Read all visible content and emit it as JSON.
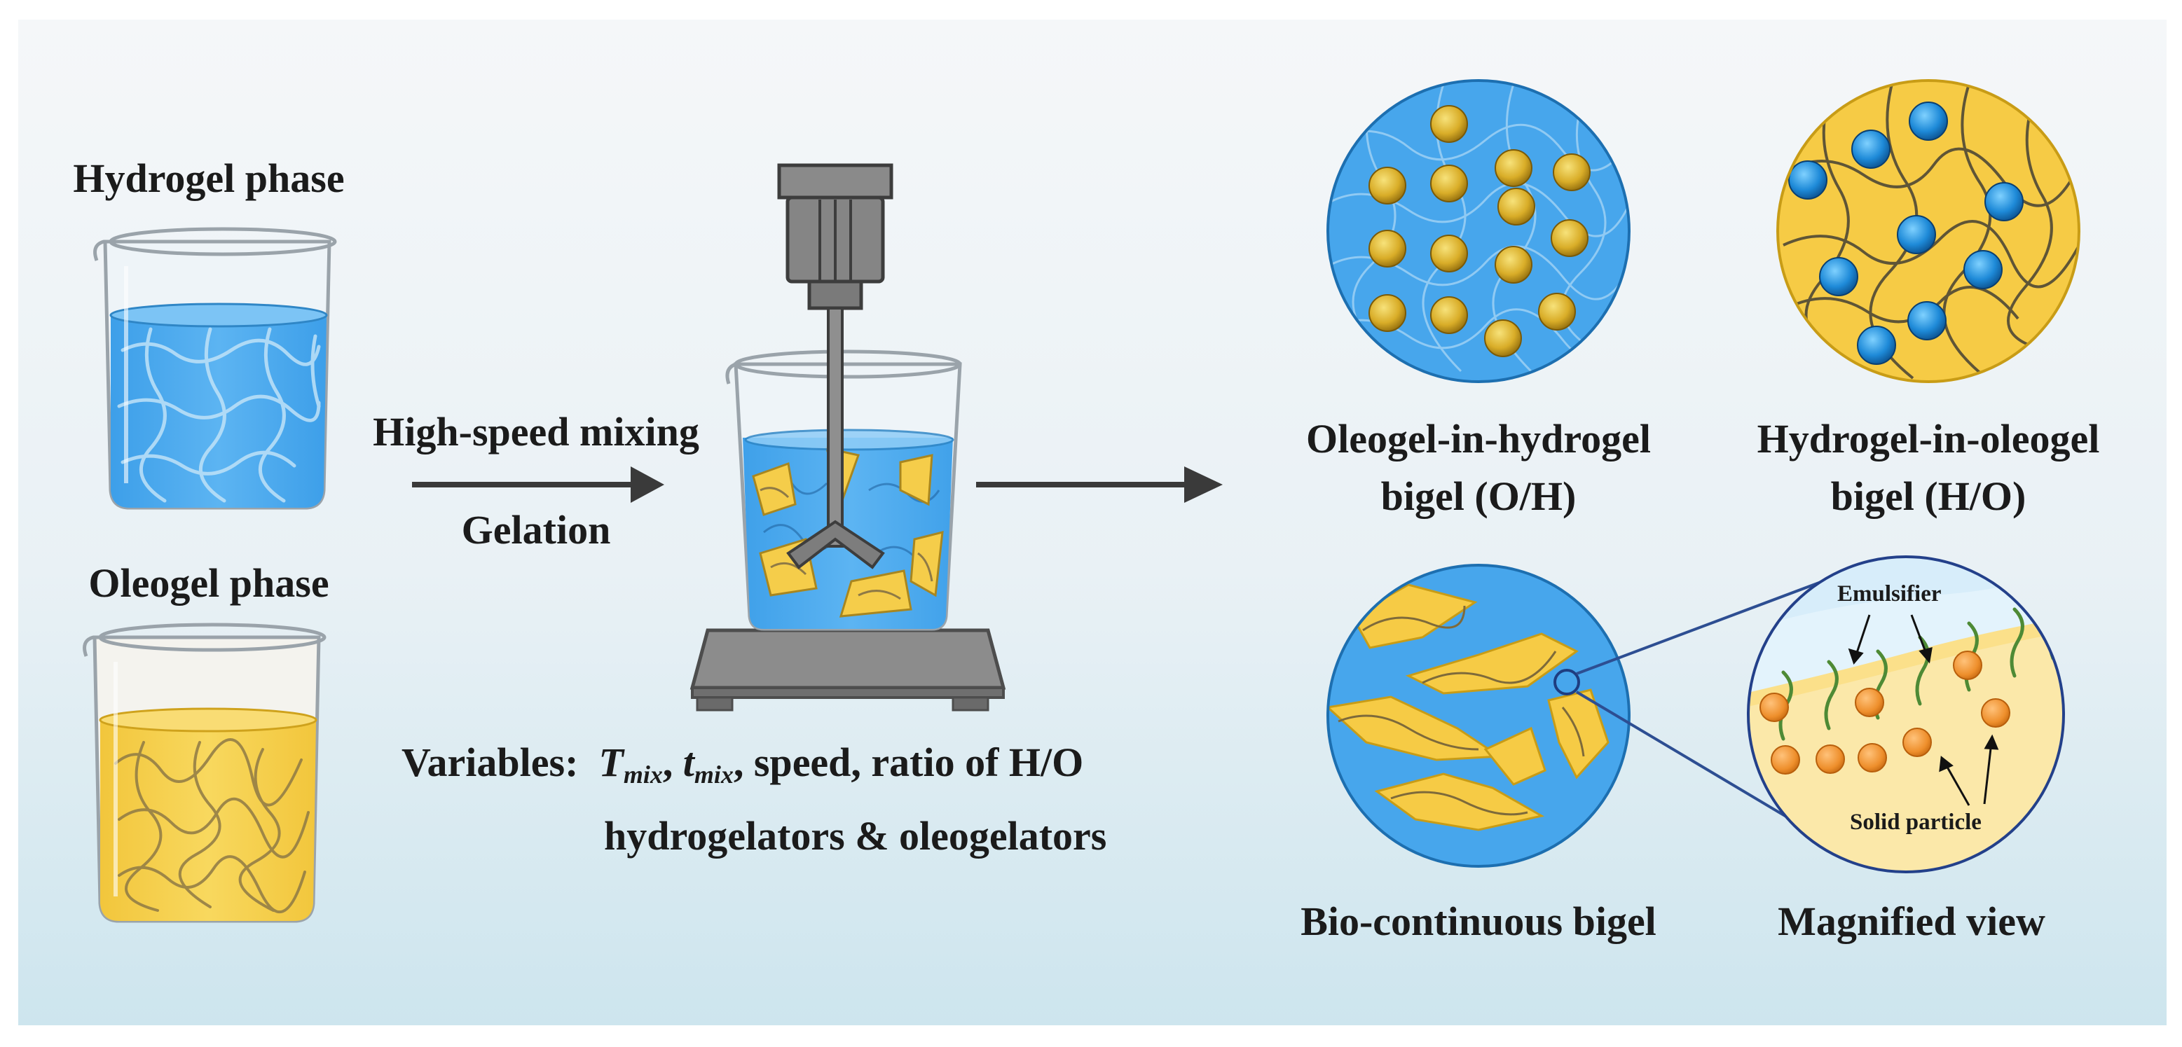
{
  "phases": {
    "hydrogel": "Hydrogel phase",
    "oleogel": "Oleogel phase"
  },
  "process": {
    "arrow_top": "High-speed mixing",
    "arrow_bottom": "Gelation"
  },
  "variables": {
    "prefix": "Variables:",
    "t_mix_symbol": "T",
    "t_mix_sub": "mix",
    "t_small_symbol": "t",
    "t_small_sub": "mix",
    "line1_rest": ", speed, ratio of H/O",
    "line2": "hydrogelators & oleogelators"
  },
  "results": {
    "oh_line1": "Oleogel-in-hydrogel",
    "oh_line2": "bigel (O/H)",
    "ho_line1": "Hydrogel-in-oleogel",
    "ho_line2": "bigel (H/O)",
    "bicontinuous": "Bio-continuous bigel",
    "magnified": "Magnified view"
  },
  "magnified_labels": {
    "emulsifier": "Emulsifier",
    "solid_particle": "Solid particle"
  },
  "colors": {
    "background_top": "#f4f6f8",
    "background_bottom": "#cfe6ee",
    "water_blue": "#4aa8ee",
    "oil_yellow": "#f6cf4c",
    "particle_orange": "#ee8f2c",
    "emulsifier_green": "#4e8a35",
    "arrow": "#3a3a3a",
    "mixer_gray": "#8a8a8a"
  }
}
